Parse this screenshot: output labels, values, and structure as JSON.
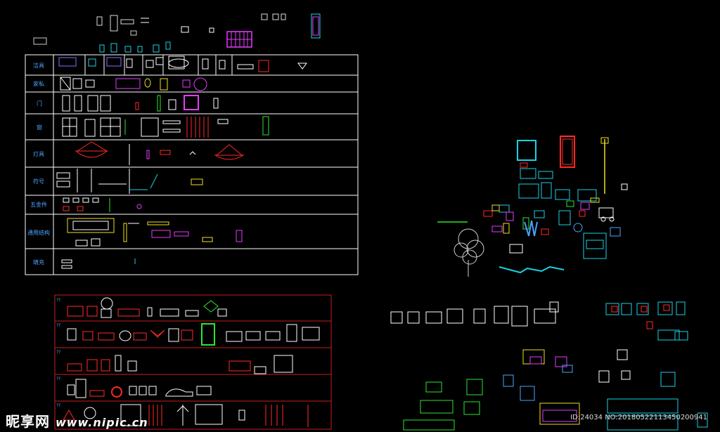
{
  "table_top": {
    "rows": [
      {
        "label": "洁具"
      },
      {
        "label": "家私"
      },
      {
        "label": "门"
      },
      {
        "label": "窗"
      },
      {
        "label": "灯具"
      },
      {
        "label": "符号"
      },
      {
        "label": "五金件"
      },
      {
        "label": "通用结构"
      },
      {
        "label": "填充"
      }
    ]
  },
  "table_bottom": {
    "row_marker": "??"
  },
  "watermark": {
    "brand": "昵享网",
    "url": "www.nipic.cn",
    "id_text": "ID:24034 NO:20180522113450200941"
  },
  "colors": {
    "background": "#000000",
    "table_white": "#ffffff",
    "table_red": "#c81e1e",
    "label_blue": "#4aa3ff",
    "cyan": "#19d3e6",
    "magenta": "#e63cff",
    "yellow": "#f0e11e",
    "green": "#2ee62e",
    "red": "#ff2a2a"
  }
}
